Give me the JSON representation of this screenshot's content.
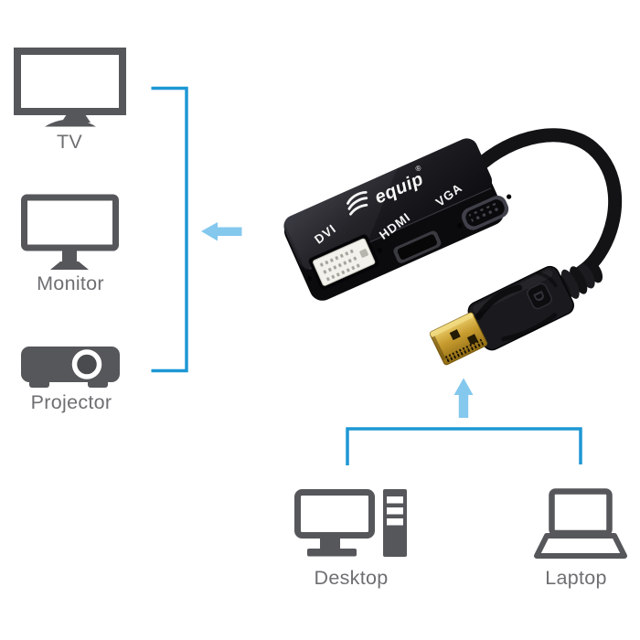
{
  "colors": {
    "line_blue": "#1e97d4",
    "arrow_blue": "#84c8ee",
    "icon_gray": "#56575b",
    "label_gray": "#6e6f72",
    "device_black": "#17171b",
    "gold": "#c79b2e",
    "port_label_white": "#f5f5f5"
  },
  "diagram": {
    "outputs": [
      {
        "label": "TV"
      },
      {
        "label": "Monitor"
      },
      {
        "label": "Projector"
      }
    ],
    "sources": [
      {
        "label": "Desktop"
      },
      {
        "label": "Laptop"
      }
    ]
  },
  "adapter": {
    "brand": "equip",
    "registered_mark": "®",
    "port_labels": {
      "dvi": "DVI",
      "hdmi": "HDMI",
      "vga": "VGA"
    },
    "connector_letter": "D"
  },
  "icons": {
    "tv": "tv-icon",
    "monitor": "monitor-icon",
    "projector": "projector-icon",
    "desktop": "desktop-computer-icon",
    "laptop": "laptop-icon",
    "arrows": [
      "arrow-left-icon",
      "arrow-up-icon"
    ]
  }
}
